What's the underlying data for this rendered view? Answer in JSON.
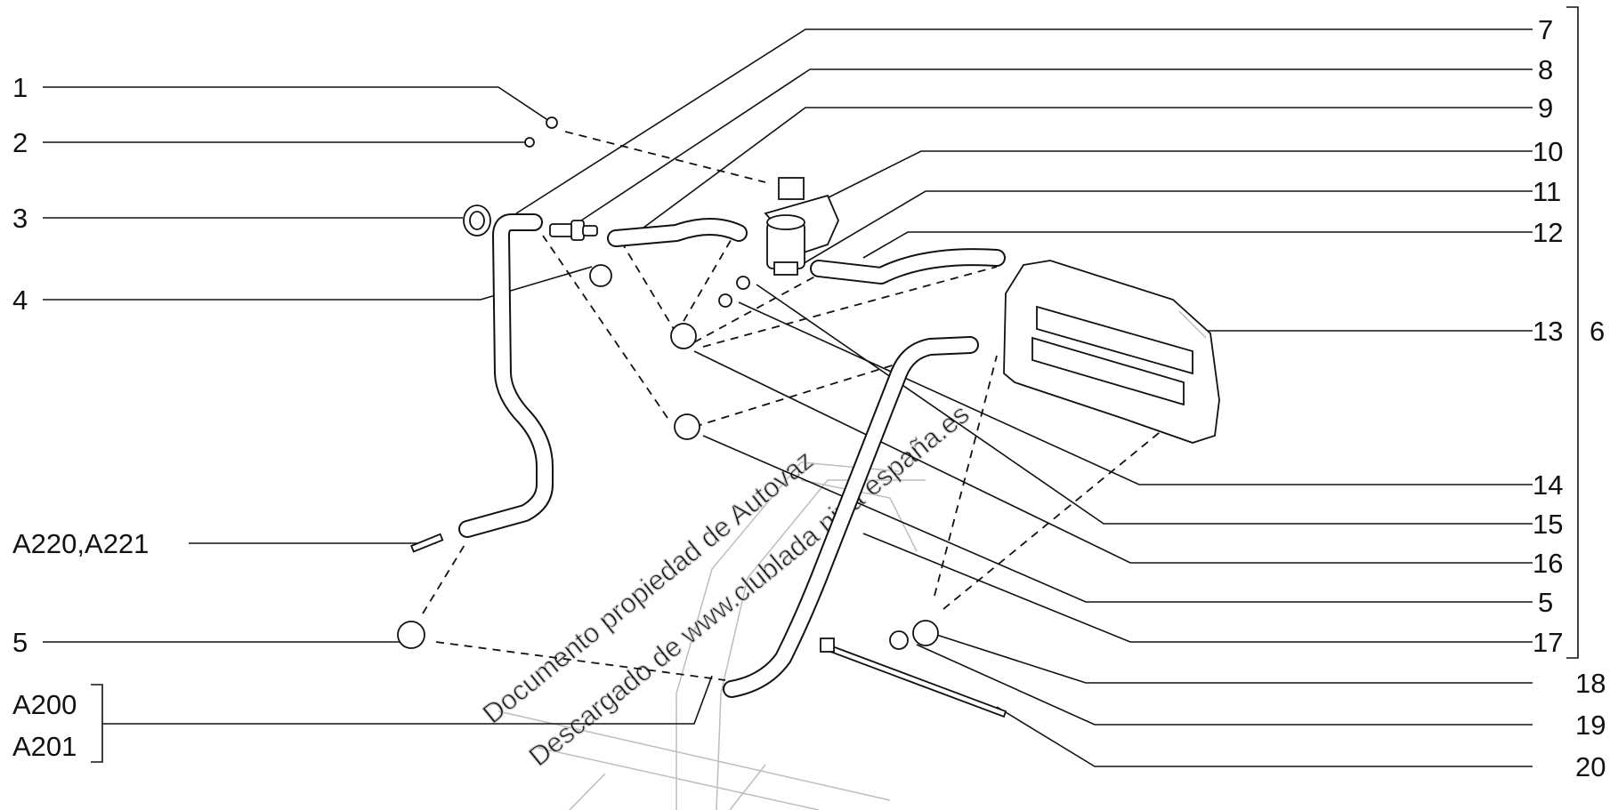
{
  "callouts_left": {
    "c1": "1",
    "c2": "2",
    "c3": "3",
    "c4": "4",
    "a220": "A220,A221",
    "c5": "5",
    "a200": "A200",
    "a201": "A201"
  },
  "callouts_right": {
    "c7": "7",
    "c8": "8",
    "c9": "9",
    "c10": "10",
    "c11": "11",
    "c12": "12",
    "c13": "13",
    "c14": "14",
    "c15": "15",
    "c16": "16",
    "c5": "5",
    "c17": "17",
    "c18": "18",
    "c19": "19",
    "c20": "20"
  },
  "group_label": "6",
  "watermark": {
    "line1": "Documento propiedad de Autovaz",
    "line2": "Descargado de www.clublada niva españa.es"
  }
}
